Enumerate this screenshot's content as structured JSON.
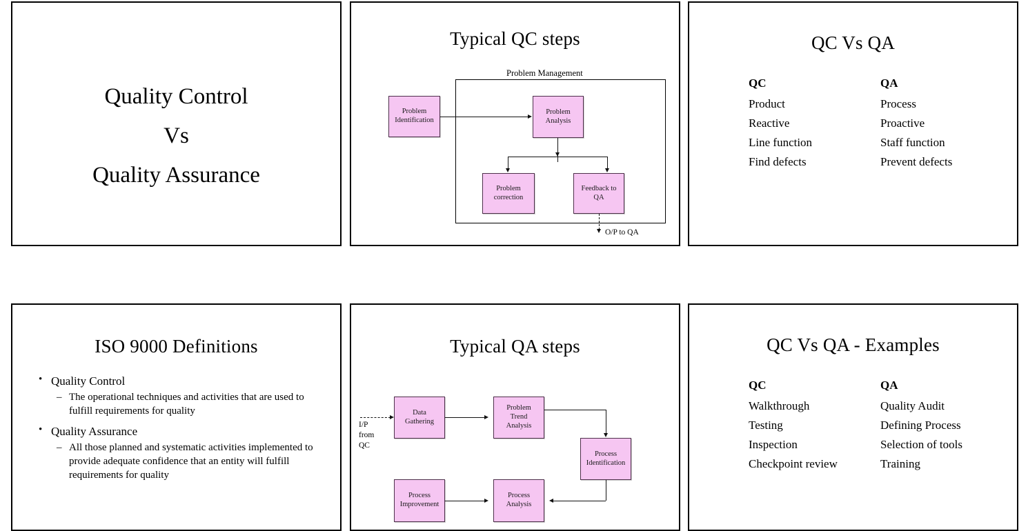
{
  "page": {
    "kind": "powerpoint-slide-thumbnail-grid",
    "rows": 2,
    "columns": 3
  },
  "slide1": {
    "line1": "Quality Control",
    "line2": "Vs",
    "line3": "Quality Assurance"
  },
  "slide2": {
    "title": "Typical QC steps",
    "group_label": "Problem Management",
    "nodes": {
      "problem_identification": "Problem\nIdentification",
      "problem_analysis": "Problem\nAnalysis",
      "problem_correction": "Problem\ncorrection",
      "feedback_to_qa": "Feedback to\nQA"
    },
    "output_label": "O/P to QA"
  },
  "slide3": {
    "title": "QC Vs QA",
    "qc_header": "QC",
    "qa_header": "QA",
    "qc_items": [
      "Product",
      "Reactive",
      "Line function",
      "Find defects"
    ],
    "qa_items": [
      "Process",
      "Proactive",
      "Staff function",
      "Prevent defects"
    ]
  },
  "slide4": {
    "title": "ISO 9000 Definitions",
    "bullets": [
      {
        "label": "Quality Control",
        "detail": "The operational techniques and activities that are used to fulfill requirements for quality"
      },
      {
        "label": "Quality Assurance",
        "detail": "All those planned and systematic activities implemented to provide adequate confidence that an entity will fulfill requirements for quality"
      }
    ]
  },
  "slide5": {
    "title": "Typical QA steps",
    "input_label": "I/P\nfrom\nQC",
    "nodes": {
      "data_gathering": "Data\nGathering",
      "problem_trend_analysis": "Problem\nTrend\nAnalysis",
      "process_identification": "Process\nIdentification",
      "process_improvement": "Process\nImprovement",
      "process_analysis": "Process\nAnalysis"
    }
  },
  "slide6": {
    "title": "QC Vs QA - Examples",
    "qc_header": "QC",
    "qa_header": "QA",
    "qc_items": [
      "Walkthrough",
      "Testing",
      "Inspection",
      "Checkpoint review"
    ],
    "qa_items": [
      "Quality Audit",
      "Defining Process",
      "Selection of tools",
      "Training"
    ]
  },
  "colors": {
    "node_fill": "#f6c6f2",
    "node_stroke": "#4d2f4a",
    "slide_border": "#000000",
    "background": "#ffffff"
  }
}
